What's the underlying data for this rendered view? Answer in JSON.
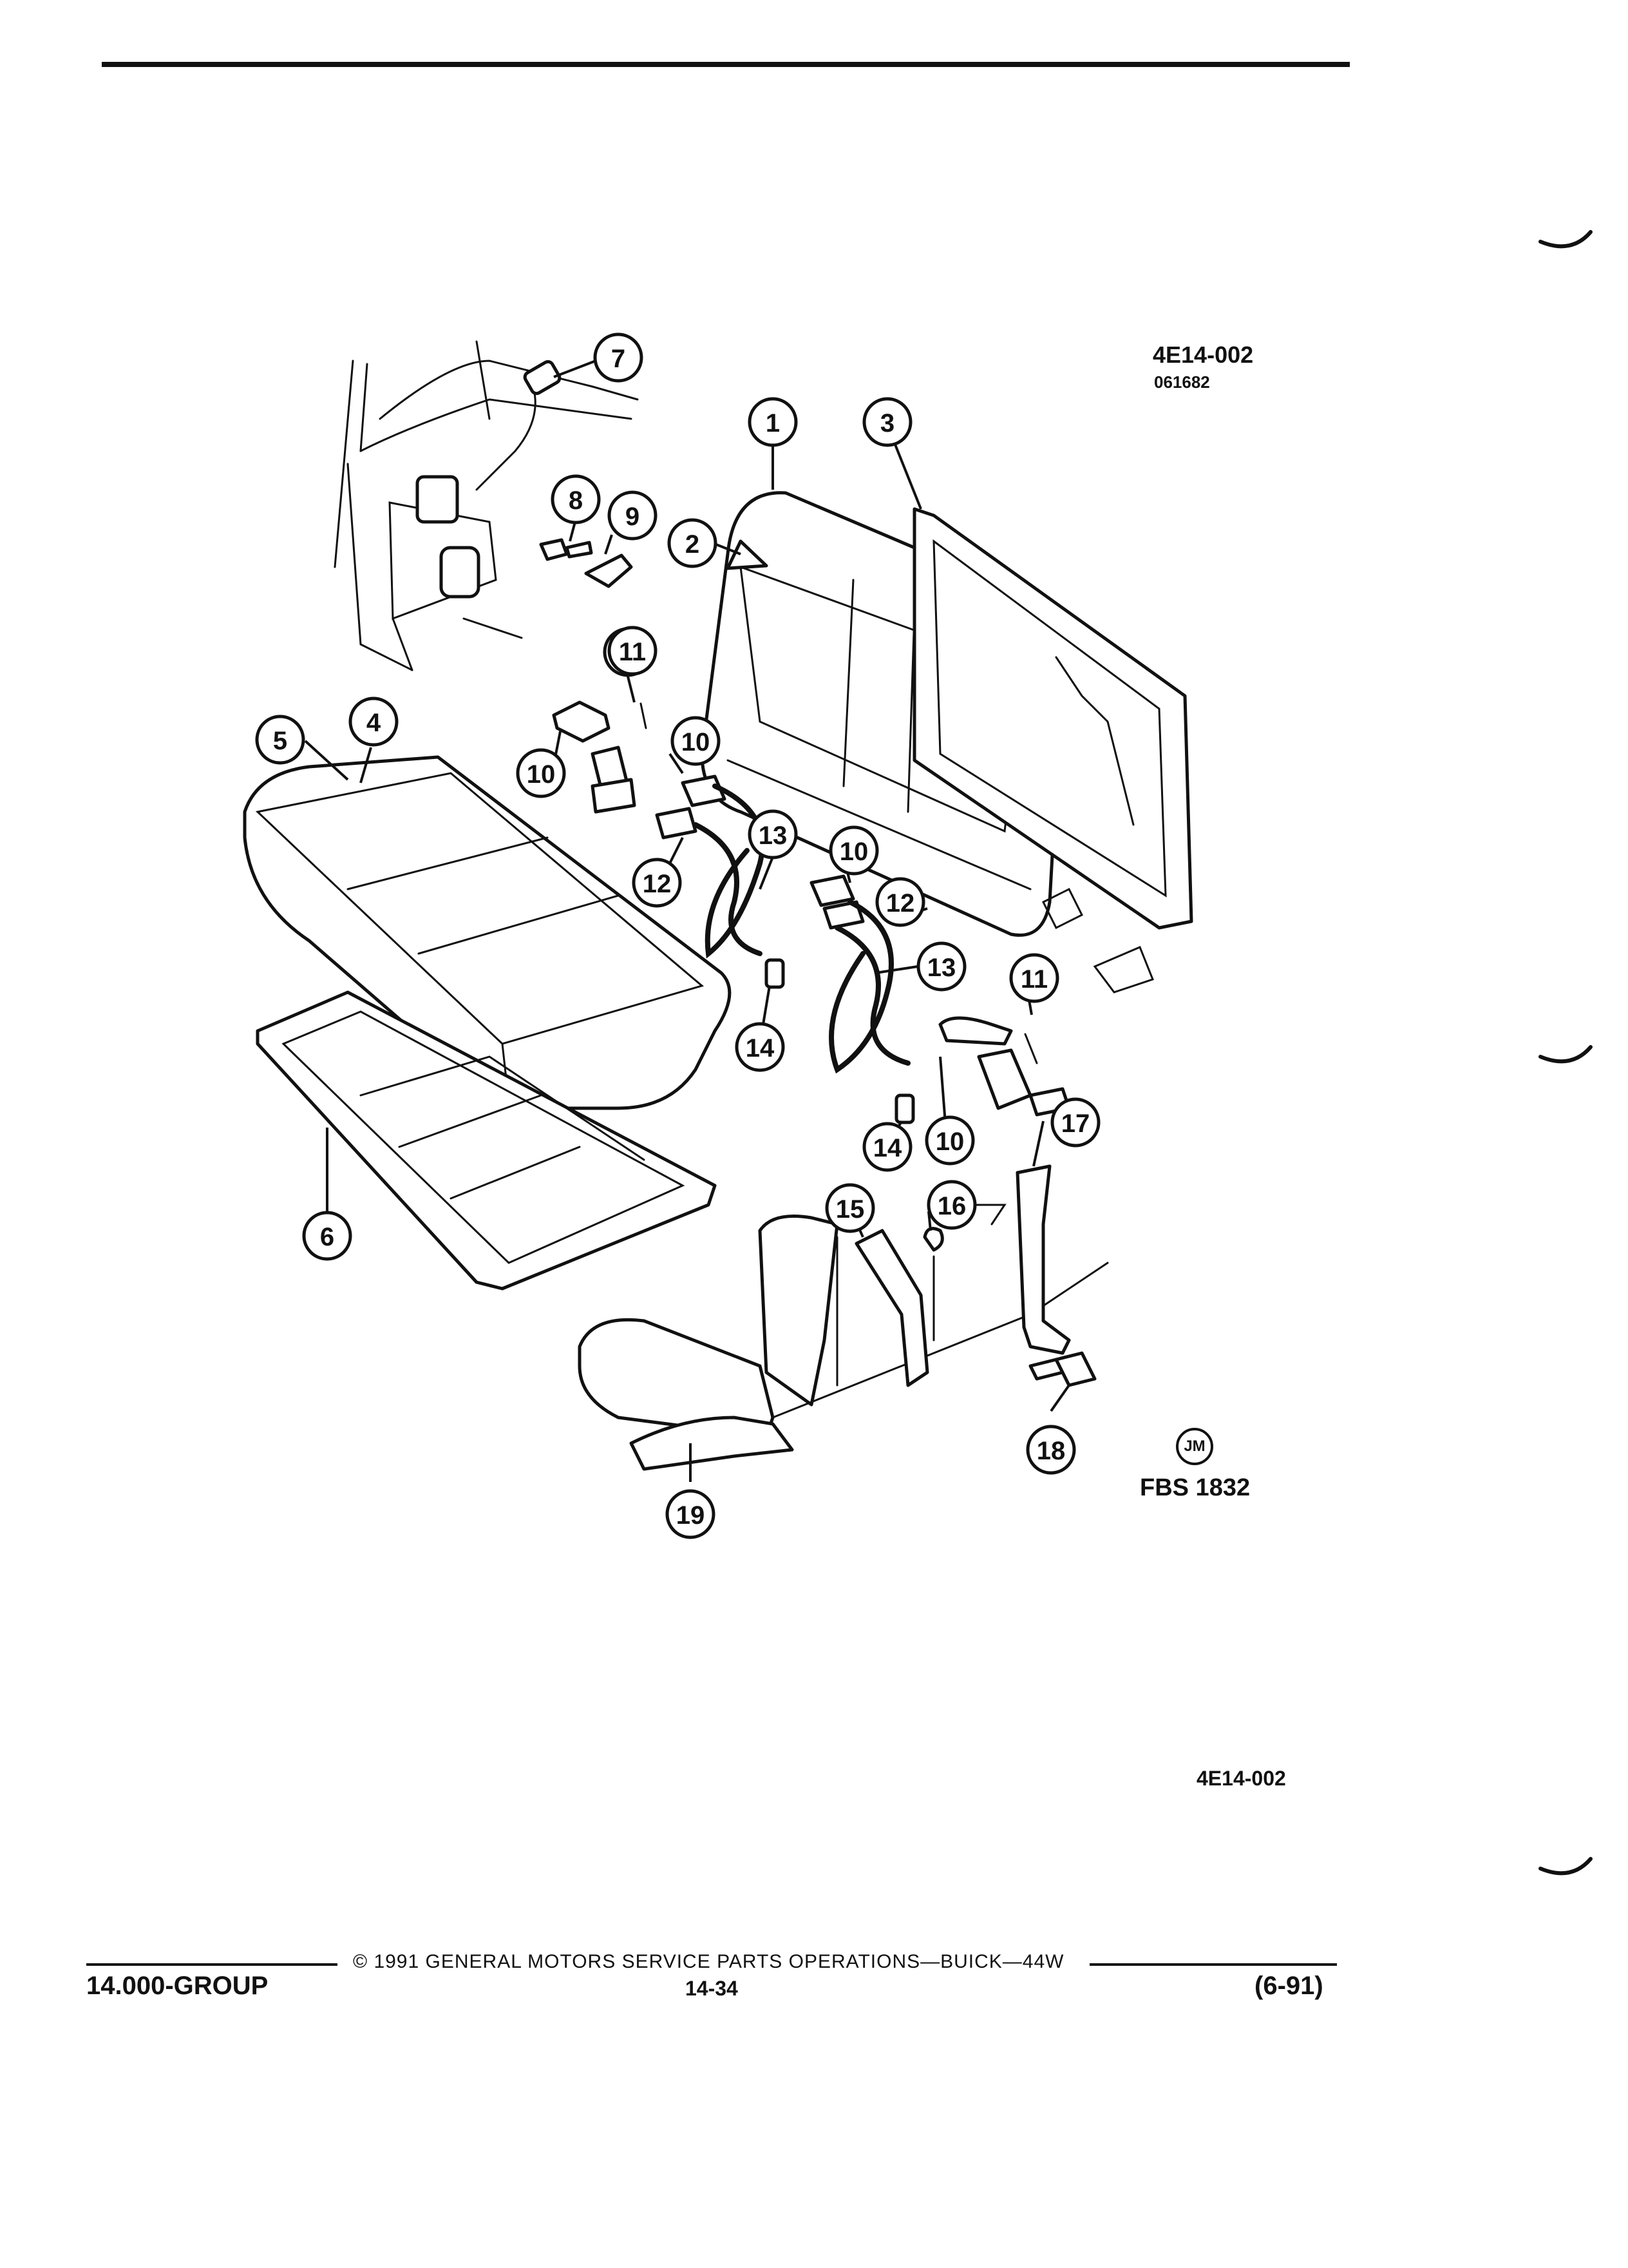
{
  "figure": {
    "id_top": "4E14-002",
    "date_code": "061682",
    "id_bottom": "4E14-002",
    "fbs": "FBS 1832",
    "artist_mark": "JM"
  },
  "callouts": [
    "1",
    "2",
    "3",
    "4",
    "5",
    "6",
    "7",
    "8",
    "9",
    "10",
    "11",
    "12",
    "13",
    "14",
    "15",
    "16",
    "17",
    "18",
    "19"
  ],
  "footer": {
    "copyright": "©  1991  GENERAL MOTORS SERVICE PARTS OPERATIONS—BUICK—44W",
    "group": "14.000-GROUP",
    "page": "14-34",
    "date": "(6-91)"
  }
}
